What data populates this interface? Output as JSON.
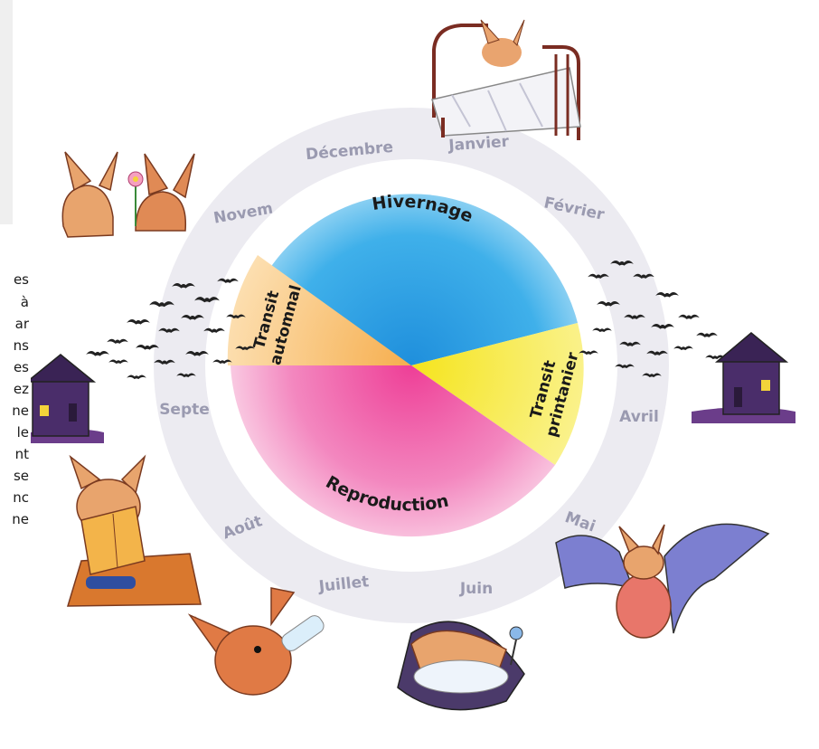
{
  "left_text_fragments": [
    "es",
    "à",
    "ar",
    "ns",
    "es",
    "ez",
    "ne",
    "le",
    "nt",
    "se",
    "nc",
    "ne"
  ],
  "phases": {
    "hivernage": "Hivernage",
    "transit_printanier_1": "Transit",
    "transit_printanier_2": "printanier",
    "reproduction": "Reproduction",
    "transit_automnal_1": "Transit",
    "transit_automnal_2": "automnal"
  },
  "months": {
    "decembre": "Décembre",
    "janvier": "Janvier",
    "fevrier": "Février",
    "avril": "Avril",
    "mai": "Mai",
    "juin": "Juin",
    "juillet": "Juillet",
    "aout": "Août",
    "septe": "Septe",
    "novem": "Novem"
  },
  "colors": {
    "hivernage": "#39a9e6",
    "transit_printanier": "#f2ea3c",
    "reproduction": "#ef5aa4",
    "transit_automnal": "#f6bd6a",
    "ring": "#e7e7ef",
    "month_text": "#9a9ab0"
  },
  "illustrations": [
    "bed-bat-icon",
    "bats-flower-icon",
    "bat-flock-icon",
    "house-icon",
    "reading-bat-icon",
    "baby-bottle-bat-icon",
    "cradle-bat-icon",
    "flying-bat-icon"
  ]
}
